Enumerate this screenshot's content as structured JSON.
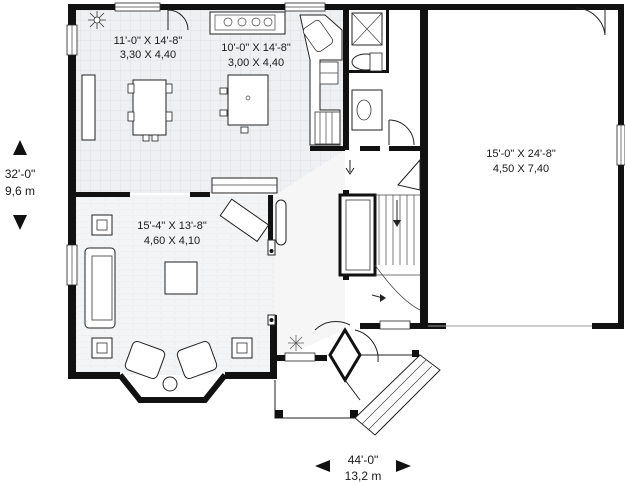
{
  "rooms": {
    "dining": {
      "imperial": "11'-0\" X 14'-8\"",
      "metric": "3,30 X 4,40"
    },
    "kitchen": {
      "imperial": "10'-0\" X 14'-8\"",
      "metric": "3,00 X 4,40"
    },
    "living": {
      "imperial": "15'-4\" X 13'-8\"",
      "metric": "4,60 X 4,10"
    },
    "garage": {
      "imperial": "15'-0\" X 24'-8\"",
      "metric": "4,50 X 7,40"
    }
  },
  "dimensions": {
    "depth": {
      "imperial": "32'-0\"",
      "metric": "9,6 m"
    },
    "width": {
      "imperial": "44'-0\"",
      "metric": "13,2 m"
    }
  },
  "colors": {
    "floor_tile": "#eef0f2",
    "floor_living": "#f2f3f4",
    "wall": "#111111",
    "furniture": "#ffffff"
  }
}
